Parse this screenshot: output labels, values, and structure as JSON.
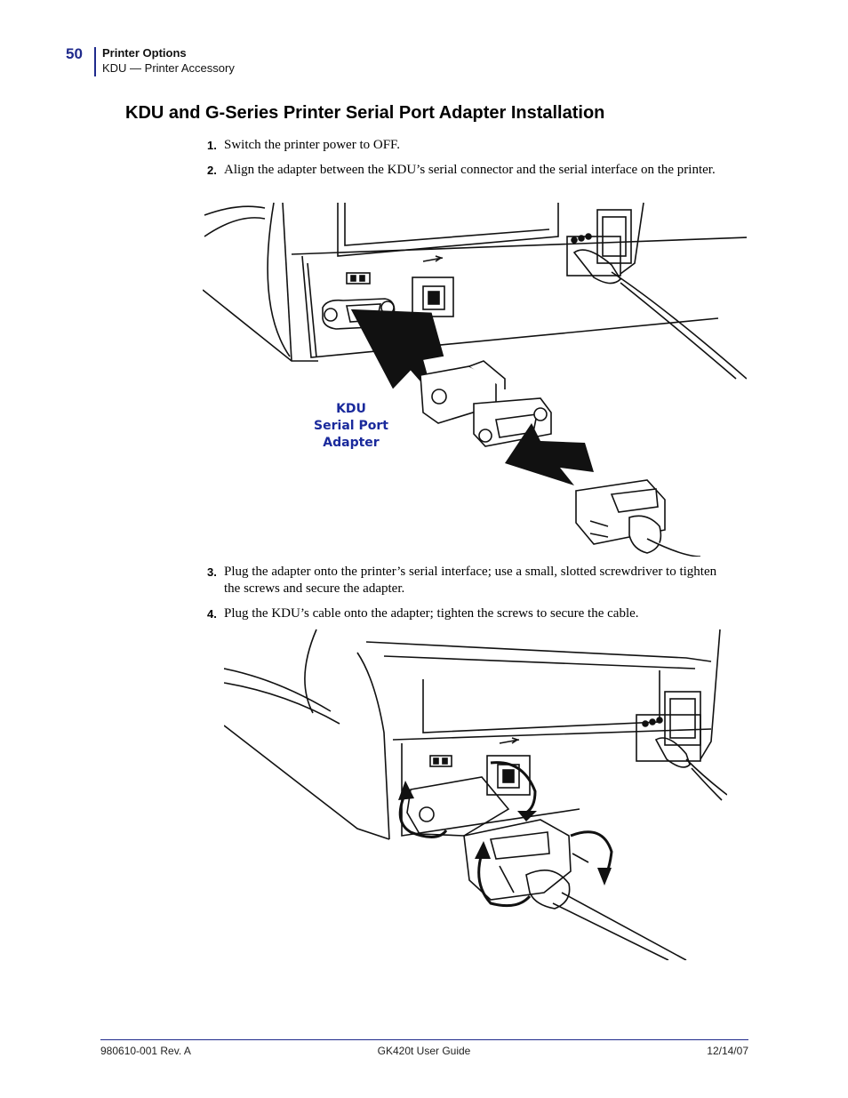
{
  "header": {
    "page_number": "50",
    "section": "Printer Options",
    "subsection": "KDU — Printer Accessory"
  },
  "title": "KDU and G-Series Printer Serial Port Adapter Installation",
  "steps": [
    {
      "num": "1.",
      "text": "Switch the printer power to OFF."
    },
    {
      "num": "2.",
      "text": "Align the adapter between the KDU’s serial connector and the serial interface on the printer."
    },
    {
      "num": "3.",
      "text": "Plug the adapter onto the printer’s serial interface; use a small, slotted screwdriver to tighten the screws and secure the adapter."
    },
    {
      "num": "4.",
      "text": "Plug the KDU’s cable onto the adapter; tighten the screws to secure the cable."
    }
  ],
  "figure1": {
    "callout": [
      "KDU",
      "Serial Port",
      "Adapter"
    ]
  },
  "footer": {
    "doc_number": "980610-001 Rev. A",
    "guide_title": "GK420t User Guide",
    "date": "12/14/07"
  },
  "colors": {
    "accent": "#1f2a8c",
    "callout": "#1a2a9c"
  }
}
